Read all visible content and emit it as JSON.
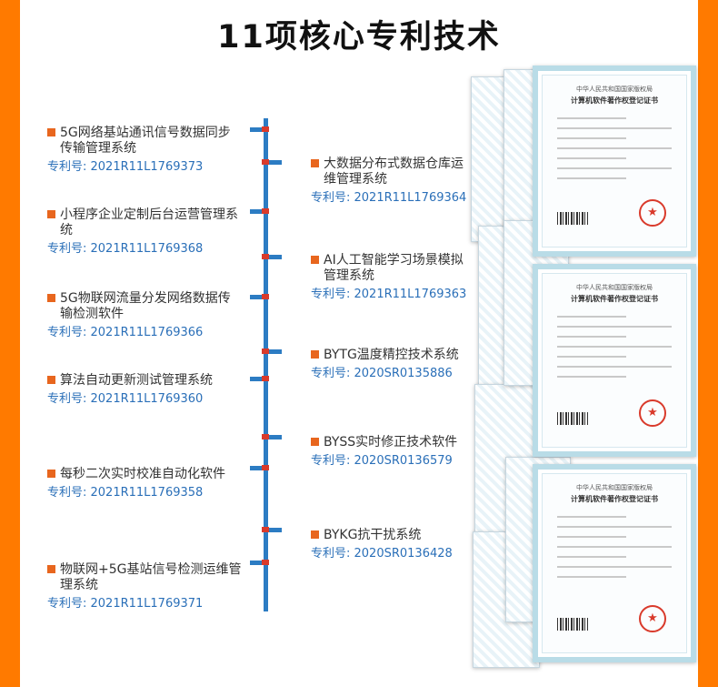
{
  "page": {
    "title": "11项核心专利技术"
  },
  "colors": {
    "stripe": "#ff7a00",
    "axis": "#2c7cc3",
    "marker": "#d93a2b",
    "bullet": "#e8661e",
    "patent_text": "#2a6fb8"
  },
  "patents_left": [
    {
      "name": "5G网络基站通讯信号数据同步传输管理系统",
      "number": "专利号: 2021R11L1769373"
    },
    {
      "name": "小程序企业定制后台运营管理系统",
      "number": "专利号: 2021R11L1769368"
    },
    {
      "name": "5G物联网流量分发网络数据传输检测软件",
      "number": "专利号: 2021R11L1769366"
    },
    {
      "name": "算法自动更新测试管理系统",
      "number": "专利号: 2021R11L1769360"
    },
    {
      "name": "每秒二次实时校准自动化软件",
      "number": "专利号: 2021R11L1769358"
    },
    {
      "name": "物联网+5G基站信号检测运维管理系统",
      "number": "专利号: 2021R11L1769371"
    }
  ],
  "patents_right": [
    {
      "name": "大数据分布式数据仓库运维管理系统",
      "number": "专利号: 2021R11L1769364"
    },
    {
      "name": "AI人工智能学习场景模拟管理系统",
      "number": "专利号: 2021R11L1769363"
    },
    {
      "name": "BYTG温度精控技术系统",
      "number": "专利号: 2020SR0135886"
    },
    {
      "name": "BYSS实时修正技术软件",
      "number": "专利号: 2020SR0136579"
    },
    {
      "name": "BYKG抗干扰系统",
      "number": "专利号: 2020SR0136428"
    }
  ],
  "certificate": {
    "issuer": "中华人民共和国国家版权局",
    "title": "计算机软件著作权登记证书"
  }
}
